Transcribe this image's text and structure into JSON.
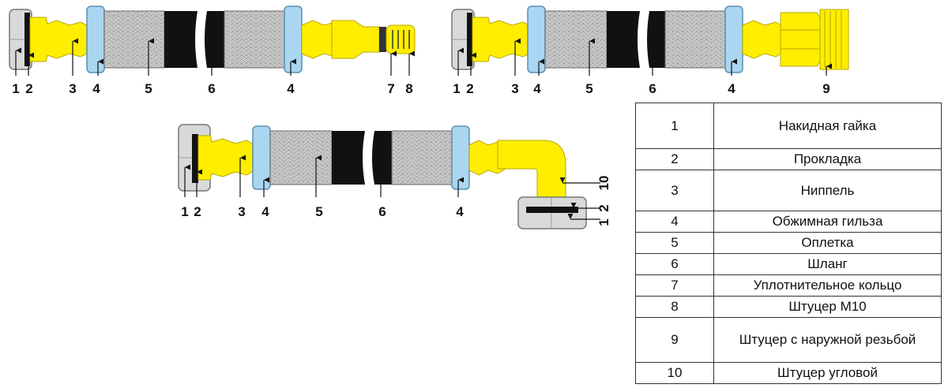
{
  "colors": {
    "nut": "#d9d9d9",
    "nut_stroke": "#777777",
    "sleeve": "#aad6f2",
    "fitting": "#ffee00",
    "fitting_dark": "#d9c800",
    "hose": "#111111",
    "braid": "#bfbfbf"
  },
  "callouts": {
    "a": [
      "1",
      "2",
      "3",
      "4",
      "5",
      "6",
      "4",
      "7",
      "8"
    ],
    "b": [
      "1",
      "2",
      "3",
      "4",
      "5",
      "6",
      "4",
      "9"
    ],
    "c": [
      "1",
      "2",
      "3",
      "4",
      "5",
      "6",
      "4",
      "10",
      "1",
      "2"
    ]
  },
  "legend": [
    {
      "num": "1",
      "name": "Накидная гайка"
    },
    {
      "num": "2",
      "name": "Прокладка"
    },
    {
      "num": "3",
      "name": "Ниппель"
    },
    {
      "num": "4",
      "name": "Обжимная гильза"
    },
    {
      "num": "5",
      "name": "Оплетка"
    },
    {
      "num": "6",
      "name": "Шланг"
    },
    {
      "num": "7",
      "name": "Уплотнительное кольцо"
    },
    {
      "num": "8",
      "name": "Штуцер М10"
    },
    {
      "num": "9",
      "name": "Штуцер с наружной резьбой"
    },
    {
      "num": "10",
      "name": "Штуцер угловой"
    }
  ]
}
